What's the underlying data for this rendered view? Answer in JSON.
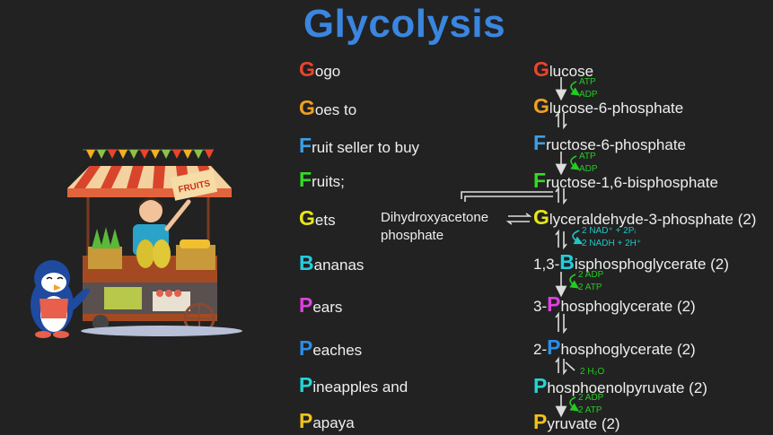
{
  "title": "Glycolysis",
  "colors": {
    "background": "#222222",
    "title": "#3a86e0",
    "red": "#e8452c",
    "orange": "#f0a020",
    "blue": "#3aa0e8",
    "green": "#33dd22",
    "yellow": "#e6e61a",
    "cyan": "#22cfe0",
    "magenta": "#e040e0",
    "azure": "#2a8ee8",
    "teal": "#22d6d6",
    "gold": "#f2c21a",
    "cofactor_green": "#22cc22",
    "cofactor_teal": "#1fc6c6"
  },
  "mnemonic": [
    {
      "cap": "G",
      "rest": "ogo"
    },
    {
      "cap": "G",
      "rest": "oes to"
    },
    {
      "cap": "F",
      "rest": "ruit seller to buy"
    },
    {
      "cap": "F",
      "rest": "ruits;"
    },
    {
      "cap": "G",
      "rest": "ets"
    },
    {
      "cap": "B",
      "rest": "ananas"
    },
    {
      "cap": "P",
      "rest": "ears"
    },
    {
      "cap": "P",
      "rest": "eaches"
    },
    {
      "cap": "P",
      "rest": "ineapples and"
    },
    {
      "cap": "P",
      "rest": "apaya"
    }
  ],
  "pathway": [
    {
      "prefix": "",
      "cap": "G",
      "rest": "lucose"
    },
    {
      "prefix": "",
      "cap": "G",
      "rest": "lucose-6-phosphate"
    },
    {
      "prefix": "",
      "cap": "F",
      "rest": "ructose-6-phosphate"
    },
    {
      "prefix": "",
      "cap": "F",
      "rest": "ructose-1,6-bisphosphate"
    },
    {
      "prefix": "",
      "cap": "G",
      "rest": "lyceraldehyde-3-phosphate (2)"
    },
    {
      "prefix": "1,3-",
      "cap": "B",
      "rest": "isphosphoglycerate (2)"
    },
    {
      "prefix": "3-",
      "cap": "P",
      "rest": "hosphoglycerate (2)"
    },
    {
      "prefix": "2-",
      "cap": "P",
      "rest": "hosphoglycerate (2)"
    },
    {
      "prefix": "",
      "cap": "P",
      "rest": "hosphoenolpyruvate (2)"
    },
    {
      "prefix": "",
      "cap": "P",
      "rest": "yruvate (2)"
    }
  ],
  "side_product": {
    "line1": "Dihydroxyacetone",
    "line2": "phosphate"
  },
  "cofactors": {
    "step1_in": "ATP",
    "step1_out": "ADP",
    "step3_in": "ATP",
    "step3_out": "ADP",
    "step5_in": "2 NAD⁺ + 2Pᵢ",
    "step5_out": "2 NADH + 2H⁺",
    "step6_in": "2 ADP",
    "step6_out": "2 ATP",
    "step8_out": "2 H₂O",
    "step9_in": "2 ADP",
    "step9_out": "2 ATP"
  },
  "illustration": {
    "sign_text": "FRUITS",
    "description": "fruit stall vendor with penguin"
  }
}
